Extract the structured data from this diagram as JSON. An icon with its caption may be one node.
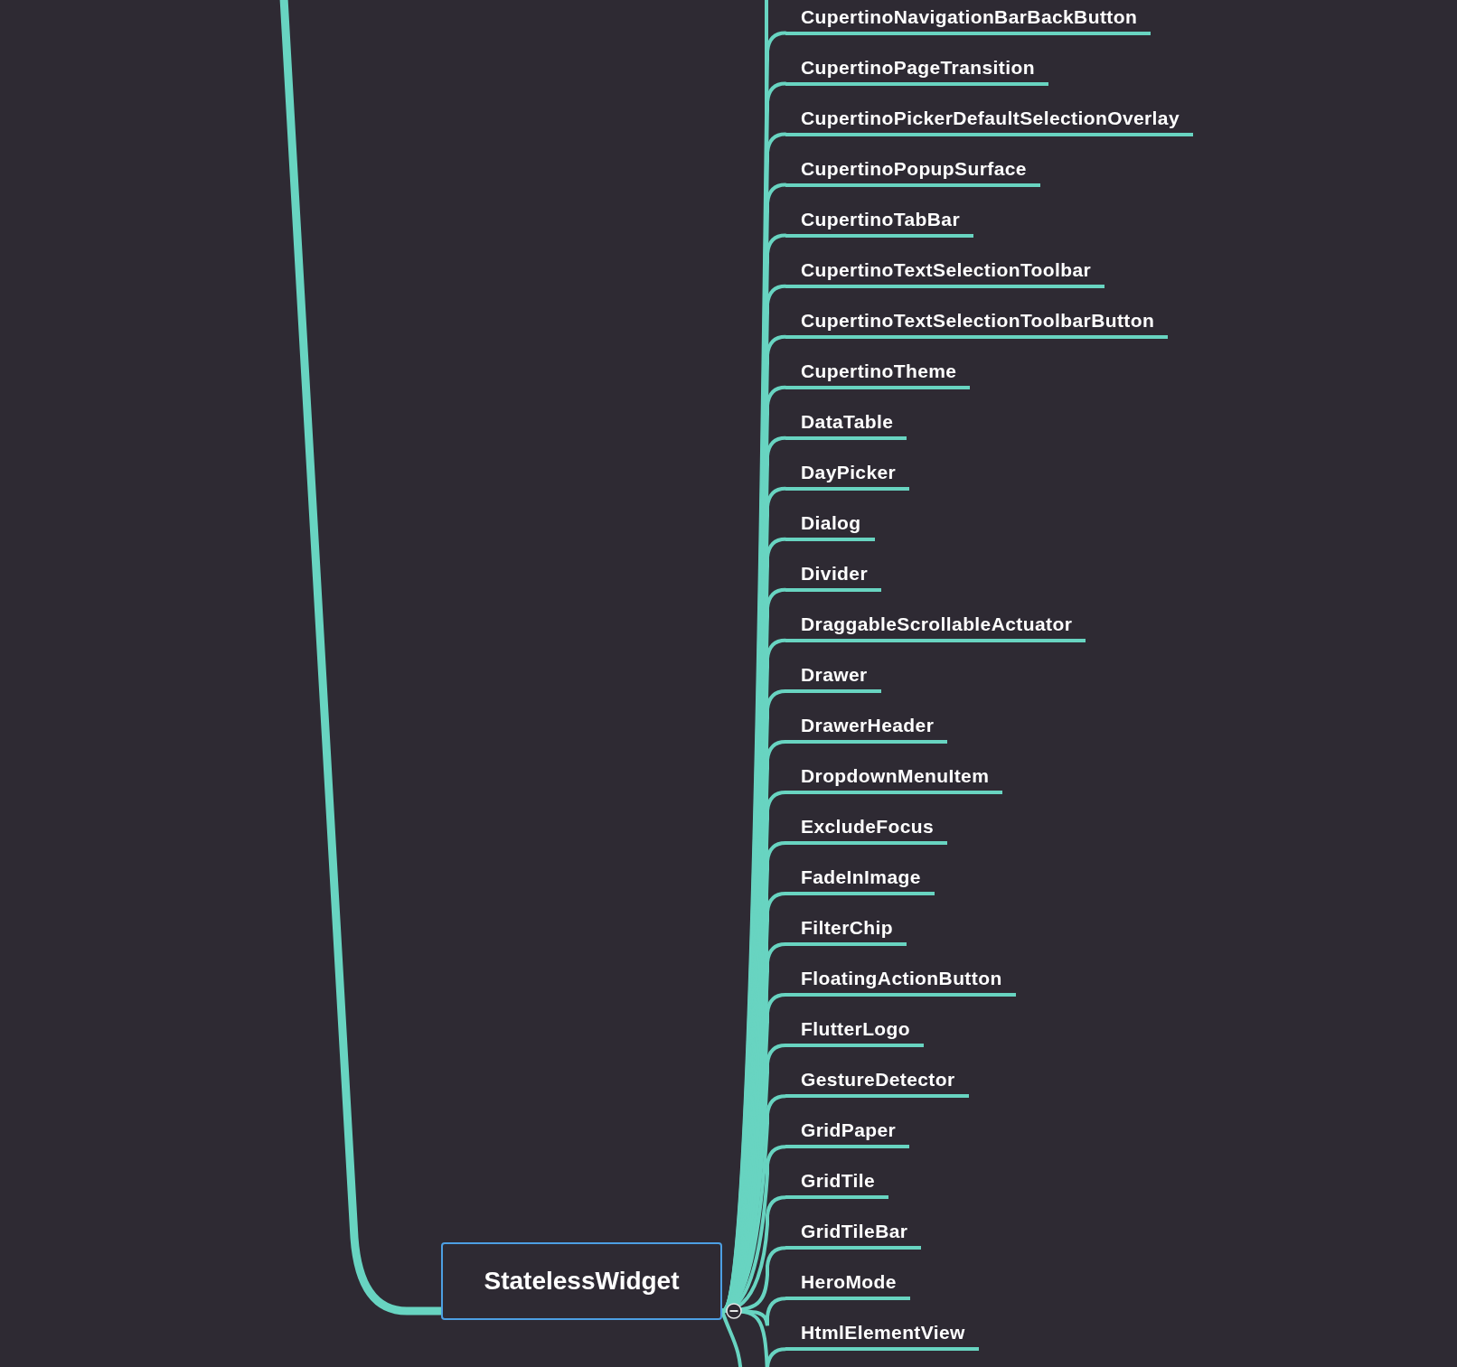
{
  "diagram": {
    "nodes": [
      {
        "text": [
          "StatelessWidget"
        ]
      },
      {
        "text": [
          "CupertinoNavigationBarBackButton"
        ]
      },
      {
        "text": [
          "CupertinoPageTransition"
        ]
      },
      {
        "text": [
          "CupertinoPickerDefaultSelectionOverlay"
        ]
      },
      {
        "text": [
          "CupertinoPopupSurface"
        ]
      },
      {
        "text": [
          "CupertinoTabBar"
        ]
      },
      {
        "text": [
          "CupertinoTextSelectionToolbar"
        ]
      },
      {
        "text": [
          "CupertinoTextSelectionToolbarButton"
        ]
      },
      {
        "text": [
          "CupertinoTheme"
        ]
      },
      {
        "text": [
          "DataTable"
        ]
      },
      {
        "text": [
          "DayPicker"
        ]
      },
      {
        "text": [
          "Dialog"
        ]
      },
      {
        "text": [
          "Divider"
        ]
      },
      {
        "text": [
          "DraggableScrollableActuator"
        ]
      },
      {
        "text": [
          "Drawer"
        ]
      },
      {
        "text": [
          "DrawerHeader"
        ]
      },
      {
        "text": [
          "DropdownMenuItem"
        ]
      },
      {
        "text": [
          "ExcludeFocus"
        ]
      },
      {
        "text": [
          "FadeInImage"
        ]
      },
      {
        "text": [
          "FilterChip"
        ]
      },
      {
        "text": [
          "FloatingActionButton"
        ]
      },
      {
        "text": [
          "FlutterLogo"
        ]
      },
      {
        "text": [
          "GestureDetector"
        ]
      },
      {
        "text": [
          "GridPaper"
        ]
      },
      {
        "text": [
          "GridTile"
        ]
      },
      {
        "text": [
          "GridTileBar"
        ]
      },
      {
        "text": [
          "HeroMode"
        ]
      },
      {
        "text": [
          "HtmlElementView"
        ]
      }
    ],
    "edges": [
      {
        "from": 0,
        "to": 1,
        "arrow": "none"
      },
      {
        "from": 0,
        "to": 2,
        "arrow": "none"
      },
      {
        "from": 0,
        "to": 3,
        "arrow": "none"
      },
      {
        "from": 0,
        "to": 4,
        "arrow": "none"
      },
      {
        "from": 0,
        "to": 5,
        "arrow": "none"
      },
      {
        "from": 0,
        "to": 6,
        "arrow": "none"
      },
      {
        "from": 0,
        "to": 7,
        "arrow": "none"
      },
      {
        "from": 0,
        "to": 8,
        "arrow": "none"
      },
      {
        "from": 0,
        "to": 9,
        "arrow": "none"
      },
      {
        "from": 0,
        "to": 10,
        "arrow": "none"
      },
      {
        "from": 0,
        "to": 11,
        "arrow": "none"
      },
      {
        "from": 0,
        "to": 12,
        "arrow": "none"
      },
      {
        "from": 0,
        "to": 13,
        "arrow": "none"
      },
      {
        "from": 0,
        "to": 14,
        "arrow": "none"
      },
      {
        "from": 0,
        "to": 15,
        "arrow": "none"
      },
      {
        "from": 0,
        "to": 16,
        "arrow": "none"
      },
      {
        "from": 0,
        "to": 17,
        "arrow": "none"
      },
      {
        "from": 0,
        "to": 18,
        "arrow": "none"
      },
      {
        "from": 0,
        "to": 19,
        "arrow": "none"
      },
      {
        "from": 0,
        "to": 20,
        "arrow": "none"
      },
      {
        "from": 0,
        "to": 21,
        "arrow": "none"
      },
      {
        "from": 0,
        "to": 22,
        "arrow": "none"
      },
      {
        "from": 0,
        "to": 23,
        "arrow": "none"
      },
      {
        "from": 0,
        "to": 24,
        "arrow": "none"
      },
      {
        "from": 0,
        "to": 25,
        "arrow": "none"
      },
      {
        "from": 0,
        "to": 26,
        "arrow": "none"
      },
      {
        "from": 0,
        "to": 27,
        "arrow": "none"
      },
      {
        "from": null,
        "to": 0,
        "arrow": "none",
        "style": "thick"
      },
      {
        "from": 0,
        "to": null,
        "arrow": "none"
      },
      {
        "from": 0,
        "to": null,
        "arrow": "none"
      }
    ]
  }
}
